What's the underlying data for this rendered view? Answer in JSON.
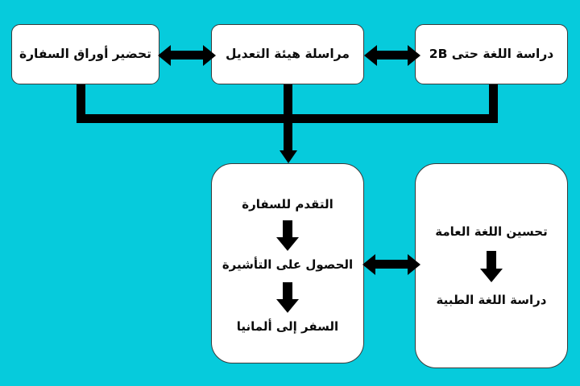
{
  "diagram": {
    "background_color": "#06CBDC",
    "node_fill": "#FFFFFF",
    "stroke_color": "#000000",
    "top_row": [
      {
        "id": "visa-papers",
        "label": "تحضير أوراق السفارة"
      },
      {
        "id": "recognition",
        "label": "مراسلة هيئة التعديل"
      },
      {
        "id": "language-b2",
        "label": "دراسة اللغة حتى B2"
      }
    ],
    "bottom_left": {
      "id": "embassy-chain",
      "steps": [
        "التقدم للسفارة",
        "الحصول على التأشيرة",
        "السفر إلى ألمانيا"
      ]
    },
    "bottom_right": {
      "id": "language-chain",
      "steps": [
        "تحسين اللغة العامة",
        "دراسة اللغة الطبية"
      ]
    },
    "connectors": [
      {
        "id": "papers-recognition",
        "type": "double-arrow-horizontal"
      },
      {
        "id": "recognition-language",
        "type": "double-arrow-horizontal"
      },
      {
        "id": "merge-to-embassy",
        "type": "bracket-down-arrow"
      },
      {
        "id": "embassy-language",
        "type": "double-arrow-horizontal"
      },
      {
        "id": "apply-to-visa",
        "type": "arrow-down"
      },
      {
        "id": "visa-to-travel",
        "type": "arrow-down"
      },
      {
        "id": "general-to-medical",
        "type": "arrow-down"
      }
    ]
  }
}
